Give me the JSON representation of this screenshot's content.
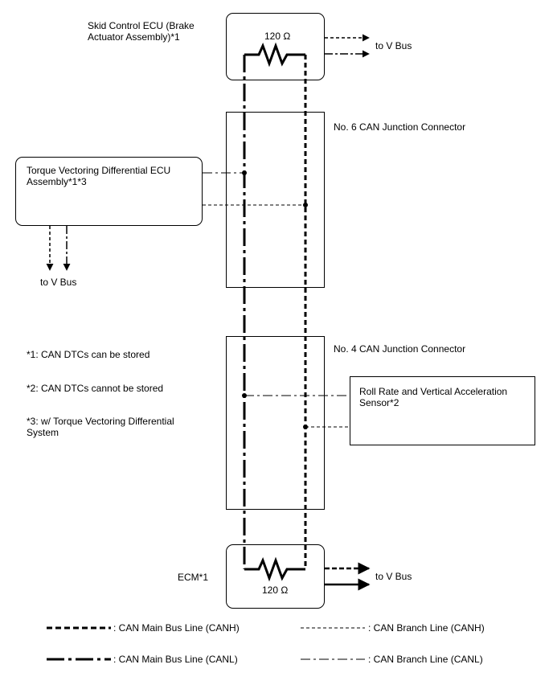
{
  "ecus": {
    "skid_control": {
      "name_line1": "Skid Control ECU (Brake",
      "name_line2": "Actuator Assembly)*1",
      "resistor": "120 Ω",
      "bus": "to V Bus"
    },
    "torque_vectoring": {
      "name_line1": "Torque Vectoring Differential ECU",
      "name_line2": "Assembly*1*3",
      "bus": "to V Bus"
    },
    "roll_rate": {
      "name_line1": "Roll Rate and Vertical Acceleration",
      "name_line2": "Sensor*2"
    },
    "ecm": {
      "name": "ECM*1",
      "resistor": "120 Ω",
      "bus": "to V Bus"
    }
  },
  "connectors": {
    "no6": "No. 6 CAN Junction Connector",
    "no4": "No. 4 CAN Junction Connector"
  },
  "notes": {
    "n1": "*1: CAN DTCs can be stored",
    "n2": "*2: CAN DTCs cannot be stored",
    "n3_line1": "*3: w/ Torque Vectoring Differential",
    "n3_line2": "System"
  },
  "legend": {
    "main_canh": ": CAN Main Bus Line (CANH)",
    "branch_canh": ": CAN Branch Line (CANH)",
    "main_canl": ": CAN Main Bus Line (CANL)",
    "branch_canl": ": CAN Branch Line (CANL)"
  }
}
